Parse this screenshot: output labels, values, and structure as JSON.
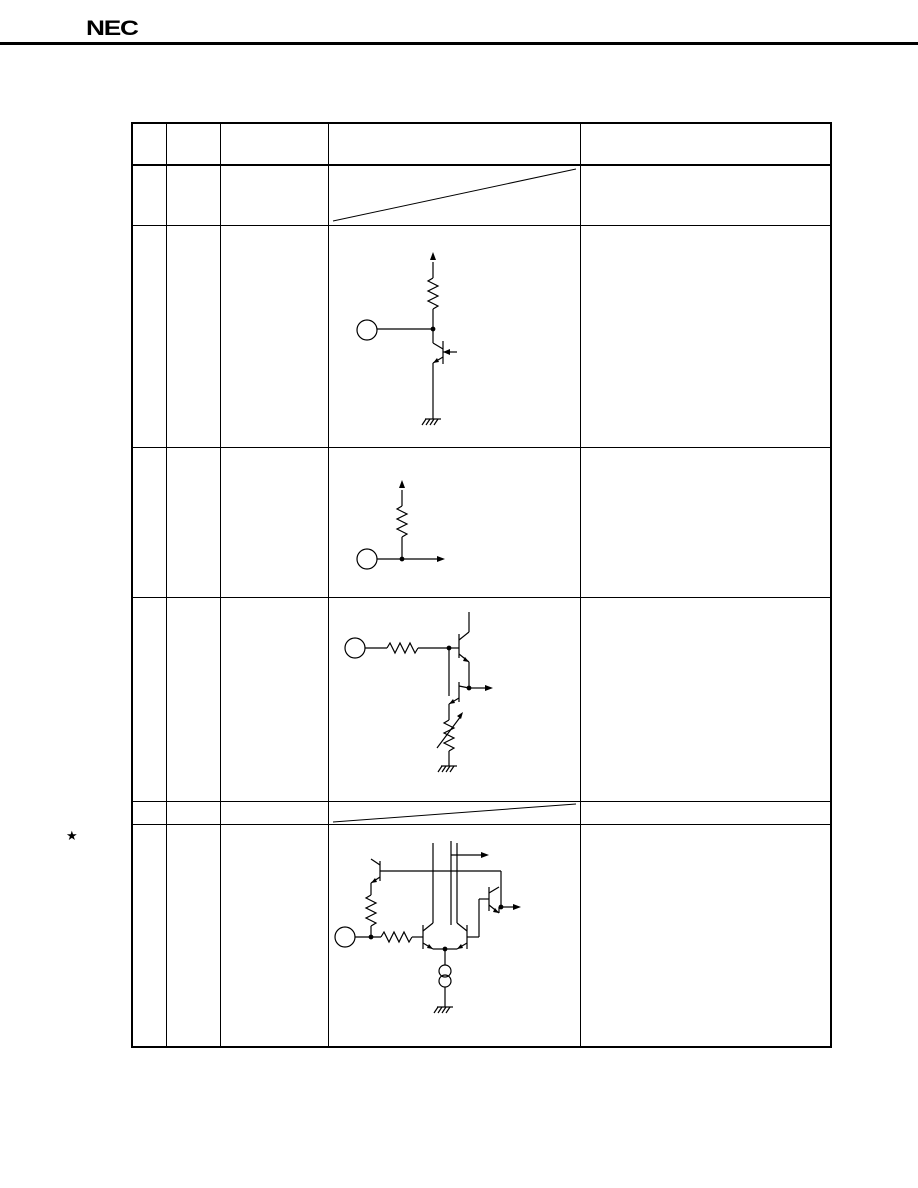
{
  "header": {
    "logo_text": "NEC"
  },
  "table": {
    "columns": [
      "",
      "",
      "",
      "",
      ""
    ],
    "rows": [
      {
        "type": "not-applicable"
      },
      {
        "type": "circuit",
        "circuit": "open-collector-input-with-pullup"
      },
      {
        "type": "circuit",
        "circuit": "resistor-pullup-input"
      },
      {
        "type": "circuit",
        "circuit": "darlington-input-with-variable-resistor"
      },
      {
        "type": "not-applicable"
      },
      {
        "type": "circuit",
        "circuit": "differential-pair-input-with-current-source"
      }
    ]
  },
  "markers": {
    "star": "★"
  },
  "colors": {
    "ink": "#000000",
    "paper": "#ffffff"
  }
}
